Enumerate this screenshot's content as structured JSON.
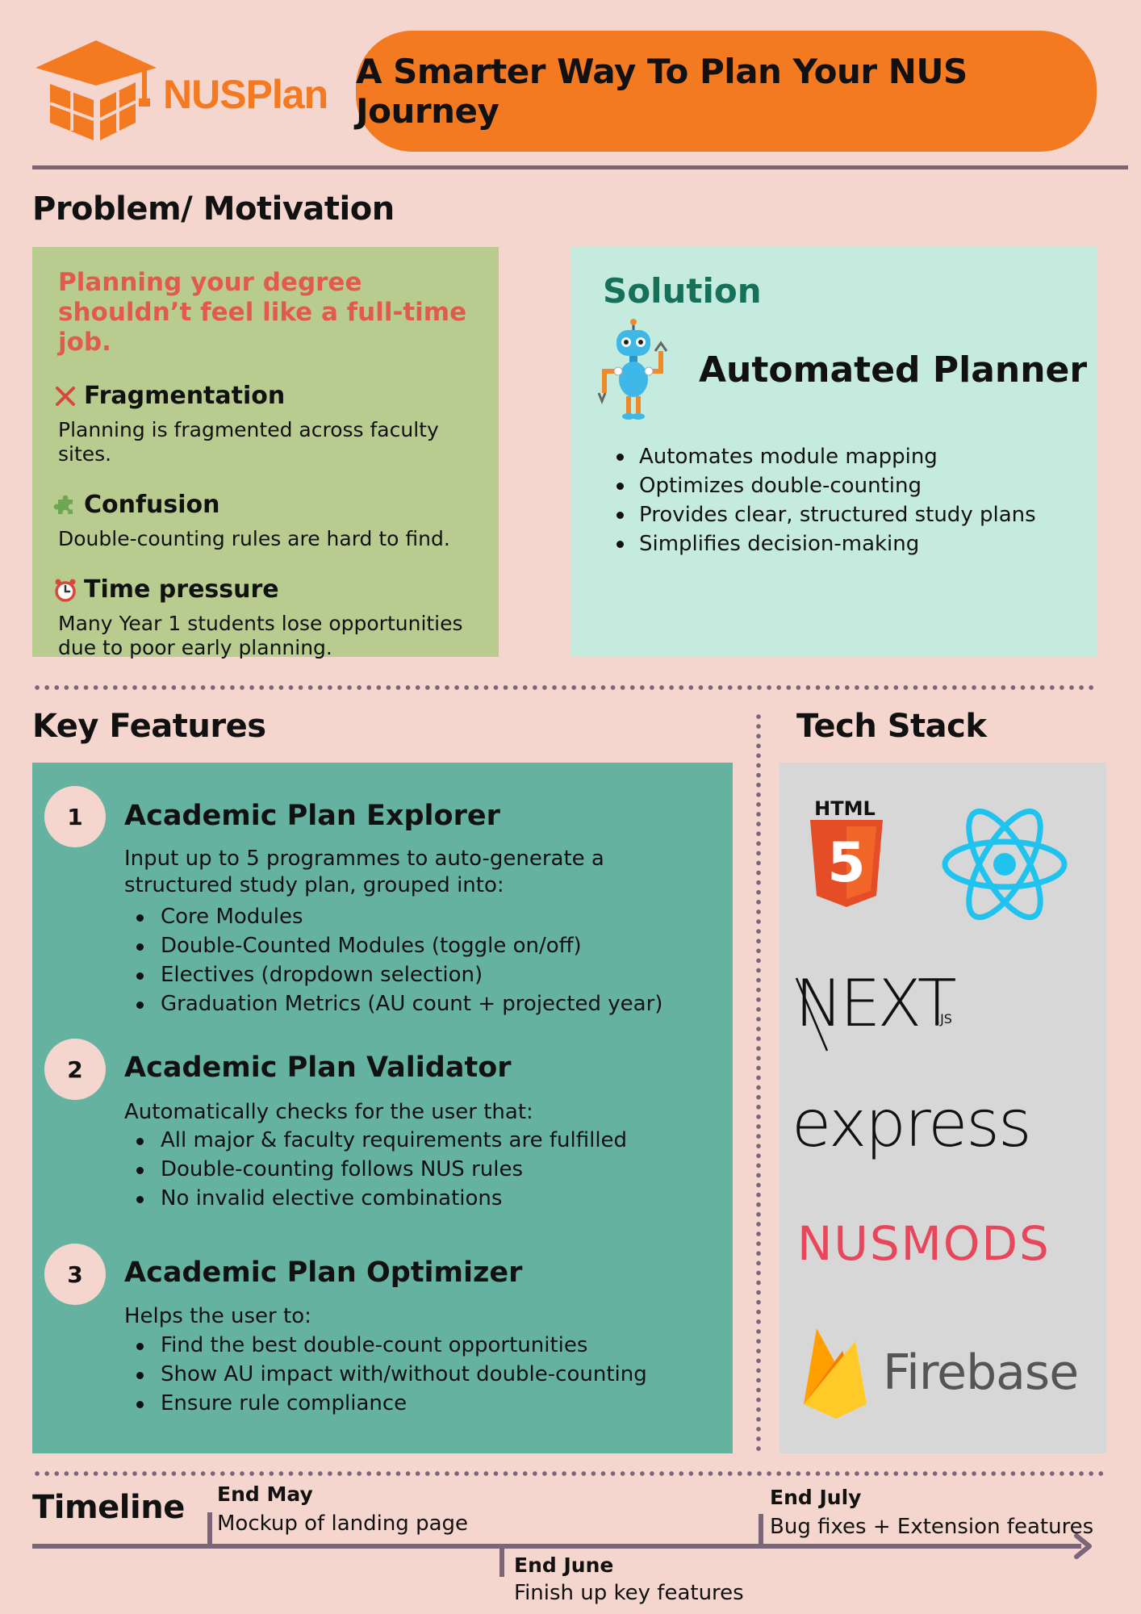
{
  "header": {
    "logo_text": "NUSPlan",
    "banner": "A Smarter Way To Plan Your NUS Journey"
  },
  "problem": {
    "heading": "Problem/ Motivation",
    "tagline": "Planning your degree shouldn’t feel like a full-time job.",
    "items": [
      {
        "icon": "cross-icon",
        "title": "Fragmentation",
        "desc": "Planning is fragmented across faculty sites."
      },
      {
        "icon": "puzzle-icon",
        "title": "Confusion",
        "desc": "Double-counting rules are hard to find."
      },
      {
        "icon": "alarm-clock-icon",
        "title": "Time pressure",
        "desc": "Many Year 1 students lose opportunities due to poor early planning."
      }
    ]
  },
  "solution": {
    "heading": "Solution",
    "title": "Automated Planner",
    "points": [
      "Automates module mapping",
      "Optimizes double-counting",
      "Provides clear, structured study plans",
      "Simplifies decision-making"
    ]
  },
  "features": {
    "heading": "Key Features",
    "items": [
      {
        "num": "1",
        "title": "Academic Plan Explorer",
        "desc": "Input up to 5 programmes to auto-generate a structured study plan, grouped into:",
        "points": [
          "Core Modules",
          "Double-Counted Modules (toggle on/off)",
          "Electives (dropdown selection)",
          "Graduation Metrics (AU count + projected year)"
        ]
      },
      {
        "num": "2",
        "title": "Academic Plan Validator",
        "desc": "Automatically checks for the user that:",
        "points": [
          "All major & faculty requirements are fulfilled",
          "Double-counting follows NUS rules",
          "No invalid elective combinations"
        ]
      },
      {
        "num": "3",
        "title": "Academic Plan Optimizer",
        "desc": "Helps the user to:",
        "points": [
          "Find the best double-count opportunities",
          "Show AU impact with/without double-counting",
          "Ensure rule compliance"
        ]
      }
    ]
  },
  "tech": {
    "heading": "Tech Stack",
    "html_label": "HTML",
    "html_digit": "5",
    "next_label": "NEXT",
    "next_suffix": ".JS",
    "express_label": "express",
    "nusmods_label": "NUSMODS",
    "firebase_label": "Firebase"
  },
  "timeline": {
    "heading": "Timeline",
    "milestones": [
      {
        "date": "End May",
        "text": "Mockup of landing page"
      },
      {
        "date": "End June",
        "text": "Finish up key features"
      },
      {
        "date": "End July",
        "text": "Bug fixes + Extension features"
      }
    ]
  },
  "colors": {
    "background": "#f5d6cf",
    "accent_orange": "#f47a22",
    "rule": "#7b6679",
    "problem_card": "#b8cc90",
    "solution_card": "#c5ebdf",
    "features_card": "#66b2a1",
    "tech_card": "#d8d7d7"
  }
}
